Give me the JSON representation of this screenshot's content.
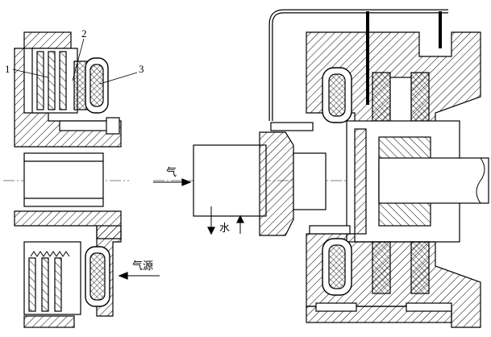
{
  "part_labels": {
    "p1": "1",
    "p2": "2",
    "p3": "3"
  },
  "flow_labels": {
    "air_left": "气",
    "water": "水",
    "air_source": "气源"
  },
  "colors": {
    "ink": "#000000",
    "paper": "#ffffff"
  }
}
